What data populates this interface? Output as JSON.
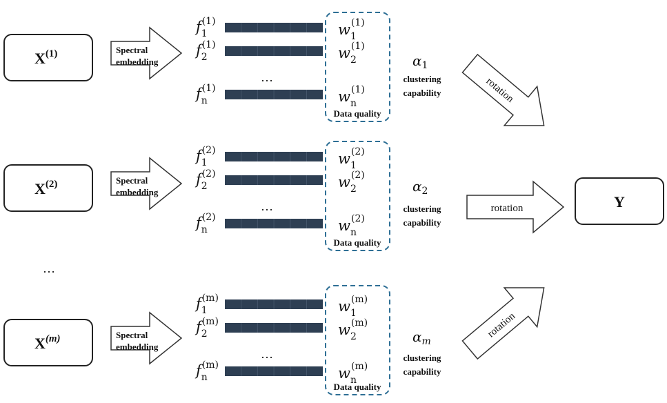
{
  "rows": [
    {
      "input_label": "X",
      "input_sup": "(1)",
      "embed_label_line1": "Spectral",
      "embed_label_line2": "embedding",
      "features": [
        {
          "f": "f",
          "sub": "1",
          "sup": "(1)",
          "w": "w",
          "wsub": "1",
          "wsup": "(1)"
        },
        {
          "f": "f",
          "sub": "2",
          "sup": "(1)",
          "w": "w",
          "wsub": "2",
          "wsup": "(1)"
        },
        {
          "f": "f",
          "sub": "n",
          "sup": "(1)",
          "w": "w",
          "wsub": "n",
          "wsup": "(1)"
        }
      ],
      "ellipsis": "…",
      "data_quality_label": "Data quality",
      "alpha": "α",
      "alpha_sub": "1",
      "capability_line1": "clustering",
      "capability_line2": "capability",
      "rotation_label": "rotation",
      "rotation_direction": "down-right"
    },
    {
      "input_label": "X",
      "input_sup": "(2)",
      "embed_label_line1": "Spectral",
      "embed_label_line2": "embedding",
      "features": [
        {
          "f": "f",
          "sub": "1",
          "sup": "(2)",
          "w": "w",
          "wsub": "1",
          "wsup": "(2)"
        },
        {
          "f": "f",
          "sub": "2",
          "sup": "(2)",
          "w": "w",
          "wsub": "2",
          "wsup": "(2)"
        },
        {
          "f": "f",
          "sub": "n",
          "sup": "(2)",
          "w": "w",
          "wsub": "n",
          "wsup": "(2)"
        }
      ],
      "ellipsis": "…",
      "data_quality_label": "Data quality",
      "alpha": "α",
      "alpha_sub": "2",
      "capability_line1": "clustering",
      "capability_line2": "capability",
      "rotation_label": "rotation",
      "rotation_direction": "right"
    },
    {
      "input_label": "X",
      "input_sup": "(m)",
      "embed_label_line1": "Spectral",
      "embed_label_line2": "embedding",
      "features": [
        {
          "f": "f",
          "sub": "1",
          "sup": "(m)",
          "w": "w",
          "wsub": "1",
          "wsup": "(m)"
        },
        {
          "f": "f",
          "sub": "2",
          "sup": "(m)",
          "w": "w",
          "wsub": "2",
          "wsup": "(m)"
        },
        {
          "f": "f",
          "sub": "n",
          "sup": "(m)",
          "w": "w",
          "wsub": "n",
          "wsup": "(m)"
        }
      ],
      "ellipsis": "…",
      "data_quality_label": "Data quality",
      "alpha": "α",
      "alpha_sub": "m",
      "capability_line1": "clustering",
      "capability_line2": "capability",
      "rotation_label": "rotation",
      "rotation_direction": "up-right"
    }
  ],
  "views_ellipsis": "…",
  "output_label": "Y",
  "colors": {
    "bar_fill": "#2e3f53",
    "bar_cell_line": "#44556a",
    "dashed_box": "#2e6f95",
    "stroke": "#222222",
    "text": "#111111"
  }
}
